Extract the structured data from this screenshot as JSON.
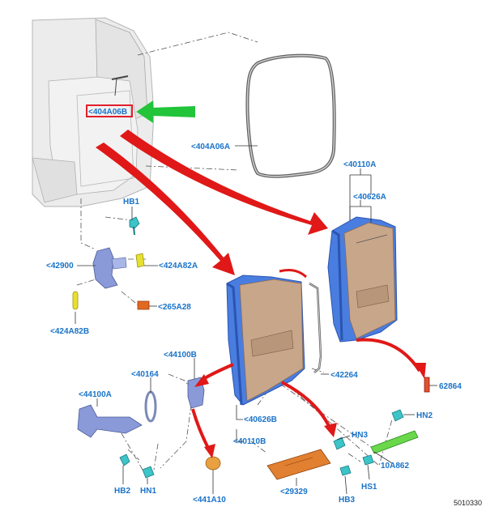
{
  "diagram": {
    "reference_number": "5010330",
    "callouts": {
      "highlighted": "<404A06B",
      "glass_seal": "<404A06A",
      "door_right_main": "<40110A",
      "door_right_skin": "<40626A",
      "hb1": "HB1",
      "hinge_upper": "<42900",
      "hinge_bush_a": "<424A82A",
      "hinge_bush_b": "<424A82B",
      "hinge_pin": "<265A28",
      "check_arm_bracket": "<44100B",
      "check_strap": "<40164",
      "check_arm": "<44100A",
      "hb2": "HB2",
      "hn1": "HN1",
      "bump_stop": "<441A10",
      "door_left_skin": "<40626B",
      "door_left_main": "<40110B",
      "seal_strip": "<42264",
      "reflector": "62864",
      "hn2": "HN2",
      "hn3": "HN3",
      "handle_bar": "10A862",
      "scuff_plate": "<29329",
      "hs1": "HS1",
      "hb3": "HB3"
    },
    "colors": {
      "label_text": "#1a73c8",
      "highlight_box": "#e0202a",
      "indicator_arrow": "#22c43a",
      "direction_arrows": "#e01818",
      "door_frame": "#4a7de0",
      "door_skin": "#c8a68a",
      "fastener": "#3cc4c8",
      "hinge_part": "#8a9ad8",
      "bush_part": "#e8e030",
      "gasket_part": "#e06a20",
      "handle_part": "#6ad84a"
    }
  }
}
